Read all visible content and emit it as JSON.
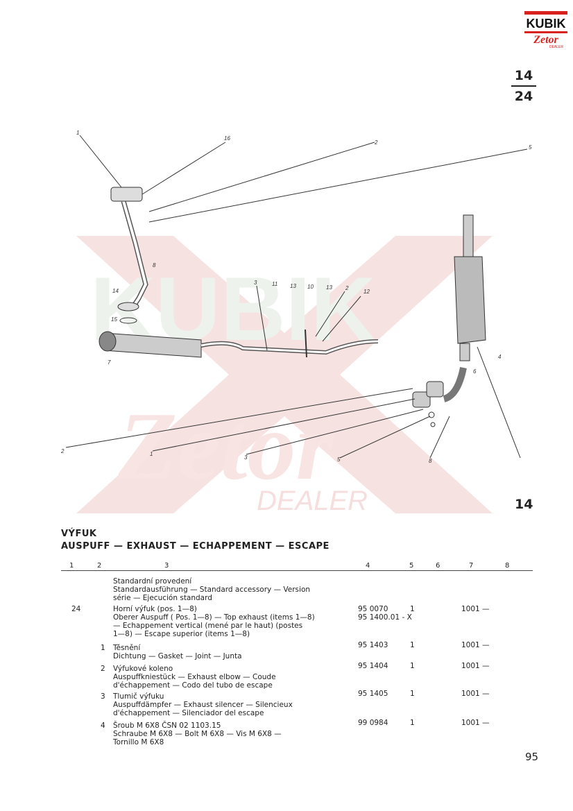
{
  "logo": {
    "top_text": "KUBIK",
    "bottom_text": "Zetor",
    "sub_text": "DEALER"
  },
  "page_ref": {
    "top": "14",
    "bottom": "24"
  },
  "figure_number": "14",
  "callouts": [
    "1",
    "16",
    "2",
    "5",
    "8",
    "14",
    "15",
    "7",
    "3",
    "11",
    "13",
    "10",
    "13",
    "2",
    "12",
    "4",
    "6",
    "2",
    "1",
    "3",
    "5",
    "8"
  ],
  "heading_cz": "VÝFUK",
  "heading_multi": "AUSPUFF — EXHAUST — ECHAPPEMENT — ESCAPE",
  "columns": [
    "1",
    "2",
    "3",
    "4",
    "5",
    "6",
    "7",
    "8"
  ],
  "intro": [
    "Standardní provedení",
    "Standardausführung — Standard accessory — Version",
    "série — Ejecución standard"
  ],
  "rows": [
    {
      "c1": "24",
      "c2": "",
      "desc": [
        "Horní výfuk (pos. 1—8)",
        "Oberer Auspuff ( Pos. 1—8) — Top exhaust (items 1—8)",
        "— Echappement vertical (mené par le haut) (postes",
        "1—8) — Escape superior (items 1—8)"
      ],
      "part": [
        "95 0070",
        "95 1400.01 - X"
      ],
      "qty": "1",
      "c6": "",
      "c7": "1001 —"
    },
    {
      "c1": "",
      "c2": "1",
      "desc": [
        "Těsnění",
        "Dichtung — Gasket — Joint — Junta"
      ],
      "part": [
        "95 1403"
      ],
      "qty": "1",
      "c6": "",
      "c7": "1001 —"
    },
    {
      "c1": "",
      "c2": "2",
      "desc": [
        "Výfukové koleno",
        "Auspuffkniestück — Exhaust elbow — Coude",
        "d'échappement — Codo del tubo de escape"
      ],
      "part": [
        "95 1404"
      ],
      "qty": "1",
      "c6": "",
      "c7": "1001 —"
    },
    {
      "c1": "",
      "c2": "3",
      "desc": [
        "Tlumič výfuku",
        "Auspuffdämpfer — Exhaust silencer — Silencieux",
        "d'échappement — Silenciador del escape"
      ],
      "part": [
        "95 1405"
      ],
      "qty": "1",
      "c6": "",
      "c7": "1001 —"
    },
    {
      "c1": "",
      "c2": "4",
      "desc": [
        "Šroub M 6X8 ČSN 02 1103.15",
        "Schraube M 6X8 — Bolt M 6X8 — Vis M 6X8 —",
        "Tornillo M 6X8"
      ],
      "part": [
        "99 0984"
      ],
      "qty": "1",
      "c6": "",
      "c7": "1001 —"
    }
  ],
  "page_number": "95",
  "watermark": {
    "text": "KUBIK",
    "brand": "Zetor",
    "sub": "DEALER"
  }
}
